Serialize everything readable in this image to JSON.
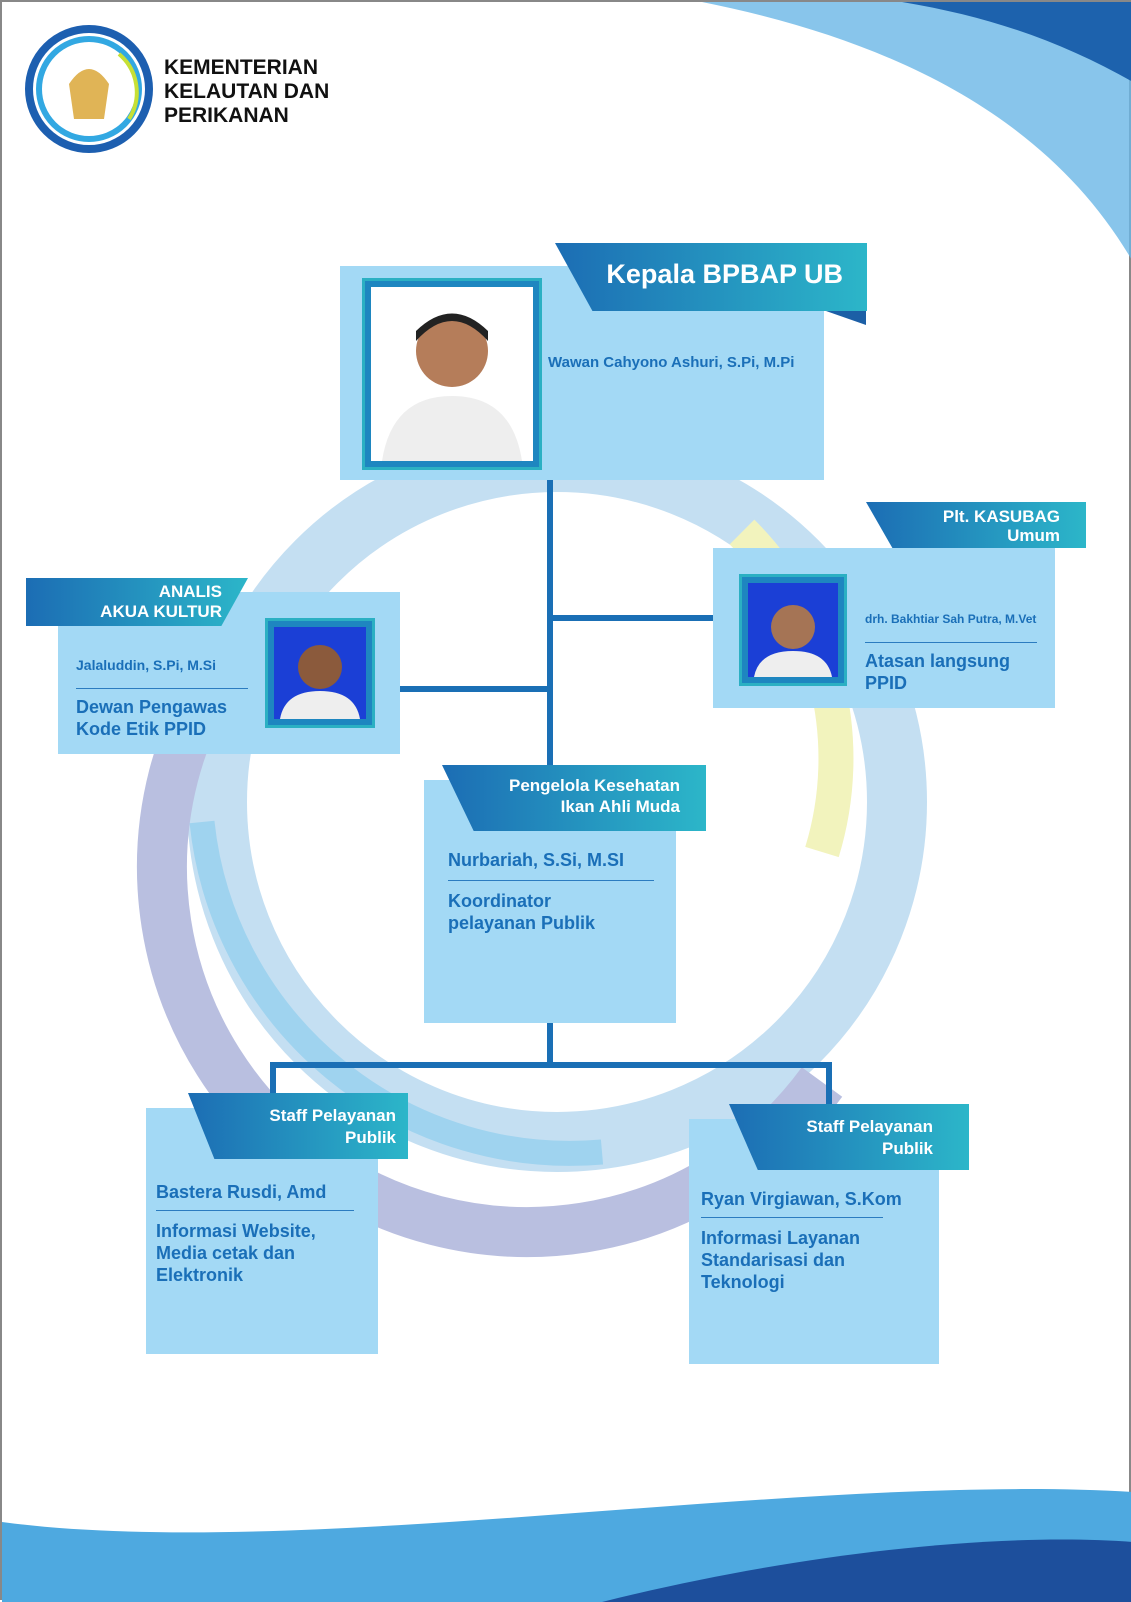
{
  "header": {
    "org_line1": "KEMENTERIAN",
    "org_line2": "KELAUTAN DAN",
    "org_line3": "PERIKANAN"
  },
  "head": {
    "title": "Kepala BPBAP UB",
    "name": "Wawan Cahyono Ashuri, S.Pi, M.Pi"
  },
  "left": {
    "title1": "ANALIS",
    "title2": "AKUA KULTUR",
    "name": "Jalaluddin, S.Pi, M.Si",
    "role1": "Dewan Pengawas",
    "role2": "Kode Etik PPID"
  },
  "right": {
    "title1": "Plt. KASUBAG",
    "title2": "Umum",
    "name": "drh. Bakhtiar Sah Putra, M.Vet",
    "role1": "Atasan langsung",
    "role2": "PPID"
  },
  "center": {
    "title1": "Pengelola Kesehatan",
    "title2": "Ikan Ahli Muda",
    "name": "Nurbariah, S.Si, M.SI",
    "role1": "Koordinator",
    "role2": "pelayanan Publik"
  },
  "staff_left": {
    "title1": "Staff Pelayanan",
    "title2": "Publik",
    "name": "Bastera Rusdi, Amd",
    "role1": "Informasi Website,",
    "role2": "Media cetak dan",
    "role3": "Elektronik"
  },
  "staff_right": {
    "title1": "Staff Pelayanan",
    "title2": "Publik",
    "name": "Ryan Virgiawan, S.Kom",
    "role1": "Informasi Layanan",
    "role2": "Standarisasi dan",
    "role3": "Teknologi"
  }
}
